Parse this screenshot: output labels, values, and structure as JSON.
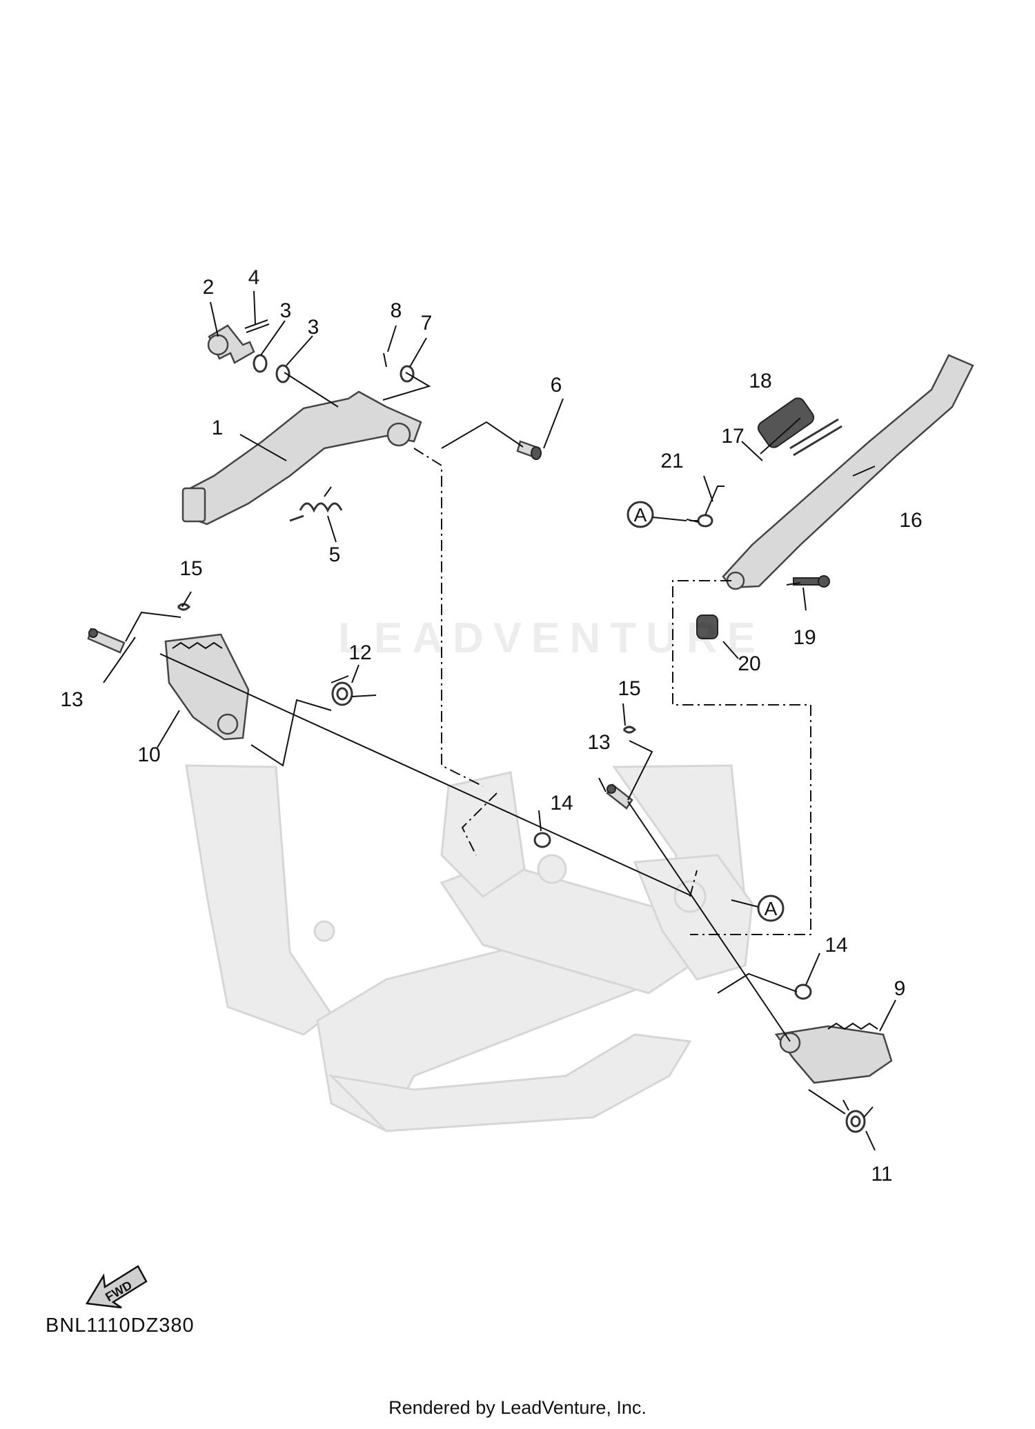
{
  "callouts": {
    "c1": "1",
    "c2": "2",
    "c3a": "3",
    "c3b": "3",
    "c4": "4",
    "c5": "5",
    "c6": "6",
    "c7": "7",
    "c8": "8",
    "c9": "9",
    "c10": "10",
    "c11": "11",
    "c12": "12",
    "c13a": "13",
    "c13b": "13",
    "c14a": "14",
    "c14b": "14",
    "c15a": "15",
    "c15b": "15",
    "c16": "16",
    "c17": "17",
    "c18": "18",
    "c19": "19",
    "c20": "20",
    "c21": "21"
  },
  "refs": {
    "a1": "A",
    "a2": "A"
  },
  "fwd_label": "FWD",
  "diagram_code": "BNL1110DZ380",
  "credit": "Rendered by LeadVenture, Inc.",
  "watermark": "LEADVENTURE"
}
